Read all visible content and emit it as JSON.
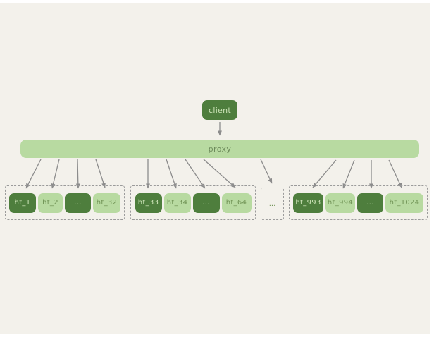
{
  "diagram": {
    "client": {
      "label": "client"
    },
    "proxy": {
      "label": "proxy"
    },
    "groups": [
      {
        "nodes": [
          {
            "label": "ht_1"
          },
          {
            "label": "ht_2"
          },
          {
            "label": "..."
          },
          {
            "label": "ht_32"
          }
        ]
      },
      {
        "nodes": [
          {
            "label": "ht_33"
          },
          {
            "label": "ht_34"
          },
          {
            "label": "..."
          },
          {
            "label": "ht_64"
          }
        ]
      },
      {
        "nodes": [
          {
            "label": "ht_993"
          },
          {
            "label": "ht_994"
          },
          {
            "label": "..."
          },
          {
            "label": "ht_1024"
          }
        ]
      }
    ],
    "more_groups_label": "..."
  },
  "colors": {
    "canvas-bg": "#f3f1eb",
    "node-dark": "#4e7e3d",
    "node-light": "#b8daa1",
    "text-on-dark": "#cde4b8",
    "text-on-light": "#6f9254",
    "proxy-text": "#6d8a5b",
    "arrow": "#8c8c8c",
    "dashed-border": "#9b9b9b"
  }
}
